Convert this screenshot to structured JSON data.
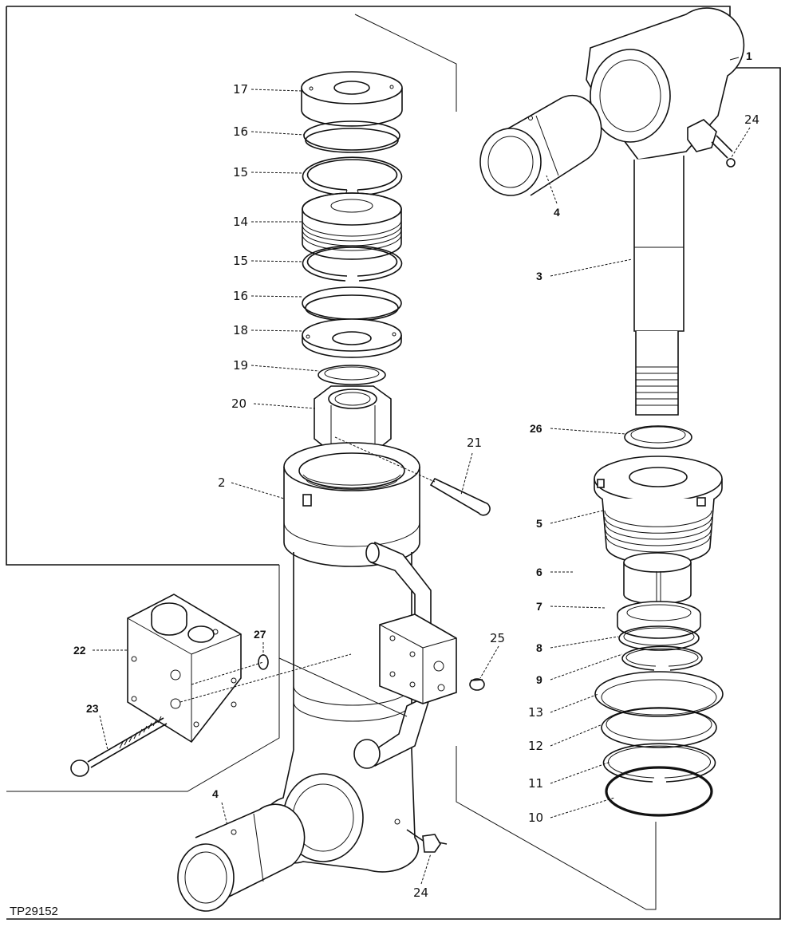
{
  "figure_id": "TP29152",
  "callouts": {
    "c1": "1",
    "c2": "2",
    "c3": "3",
    "c4a": "4",
    "c4b": "4",
    "c5": "5",
    "c6": "6",
    "c7": "7",
    "c8": "8",
    "c9": "9",
    "c10": "10",
    "c11": "11",
    "c12": "12",
    "c13": "13",
    "c14": "14",
    "c15a": "15",
    "c15b": "15",
    "c16a": "16",
    "c16b": "16",
    "c17": "17",
    "c18": "18",
    "c19": "19",
    "c20": "20",
    "c21": "21",
    "c22": "22",
    "c23": "23",
    "c24a": "24",
    "c24b": "24",
    "c25": "25",
    "c26": "26",
    "c27": "27"
  }
}
